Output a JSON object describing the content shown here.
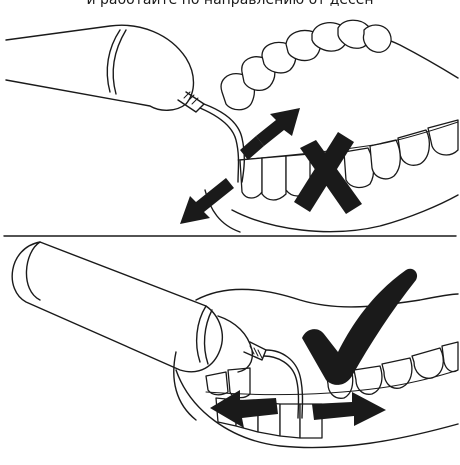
{
  "caption": "й работайте по направлению от десен",
  "panels": [
    {
      "id": "incorrect",
      "mark": "cross",
      "arrow_direction": "diagonal-up-down"
    },
    {
      "id": "correct",
      "mark": "check",
      "arrow_direction": "horizontal-left-right"
    }
  ],
  "colors": {
    "ink": "#1a1a1a",
    "background": "#ffffff"
  }
}
